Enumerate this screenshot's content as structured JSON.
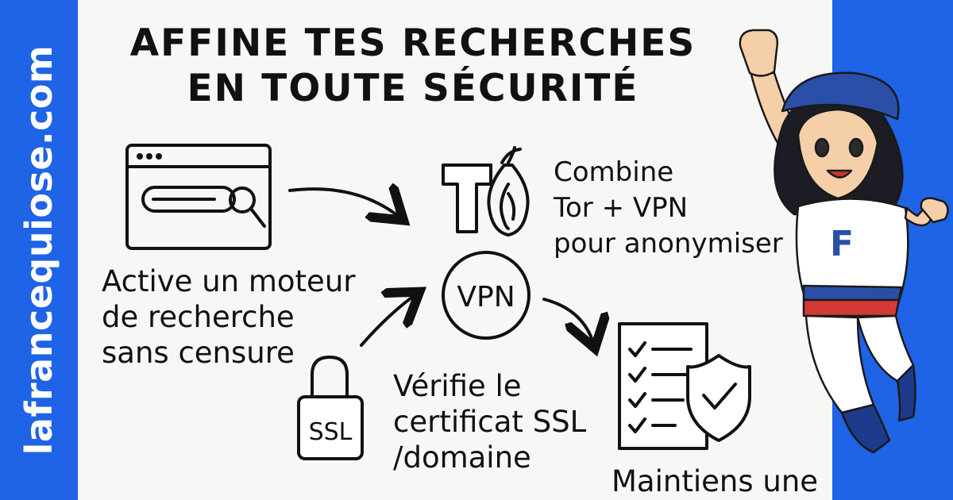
{
  "brand": {
    "text": "lafrancequiose.com"
  },
  "title": {
    "line1": "AFFINE TES RECHERCHES",
    "line2": "EN TOUTE SÉCURITÉ"
  },
  "steps": {
    "search_engine": [
      "Active un moteur",
      "de recherche",
      "sans censure"
    ],
    "tor_vpn": [
      "Combine",
      "Tor + VPN",
      "pour anonymiser"
    ],
    "ssl_check": [
      "Vérifie le",
      "certificat SSL",
      "/domaine"
    ],
    "maintain": [
      "Maintiens une"
    ]
  },
  "icons": {
    "browser_search": "browser-search-icon",
    "tor_logo": "tor-onion-icon",
    "tor_letter": "T",
    "vpn_label": "VPN",
    "ssl_label": "SSL",
    "checklist": "checklist-shield-icon",
    "mascot": "superhero-girl-mascot",
    "mascot_emblem": "F"
  },
  "colors": {
    "brand_blue": "#1f63e6",
    "background": "#f7f7f6",
    "ink": "#111111",
    "mascot_red": "#d23a33",
    "mascot_blue": "#2a4fa8"
  }
}
